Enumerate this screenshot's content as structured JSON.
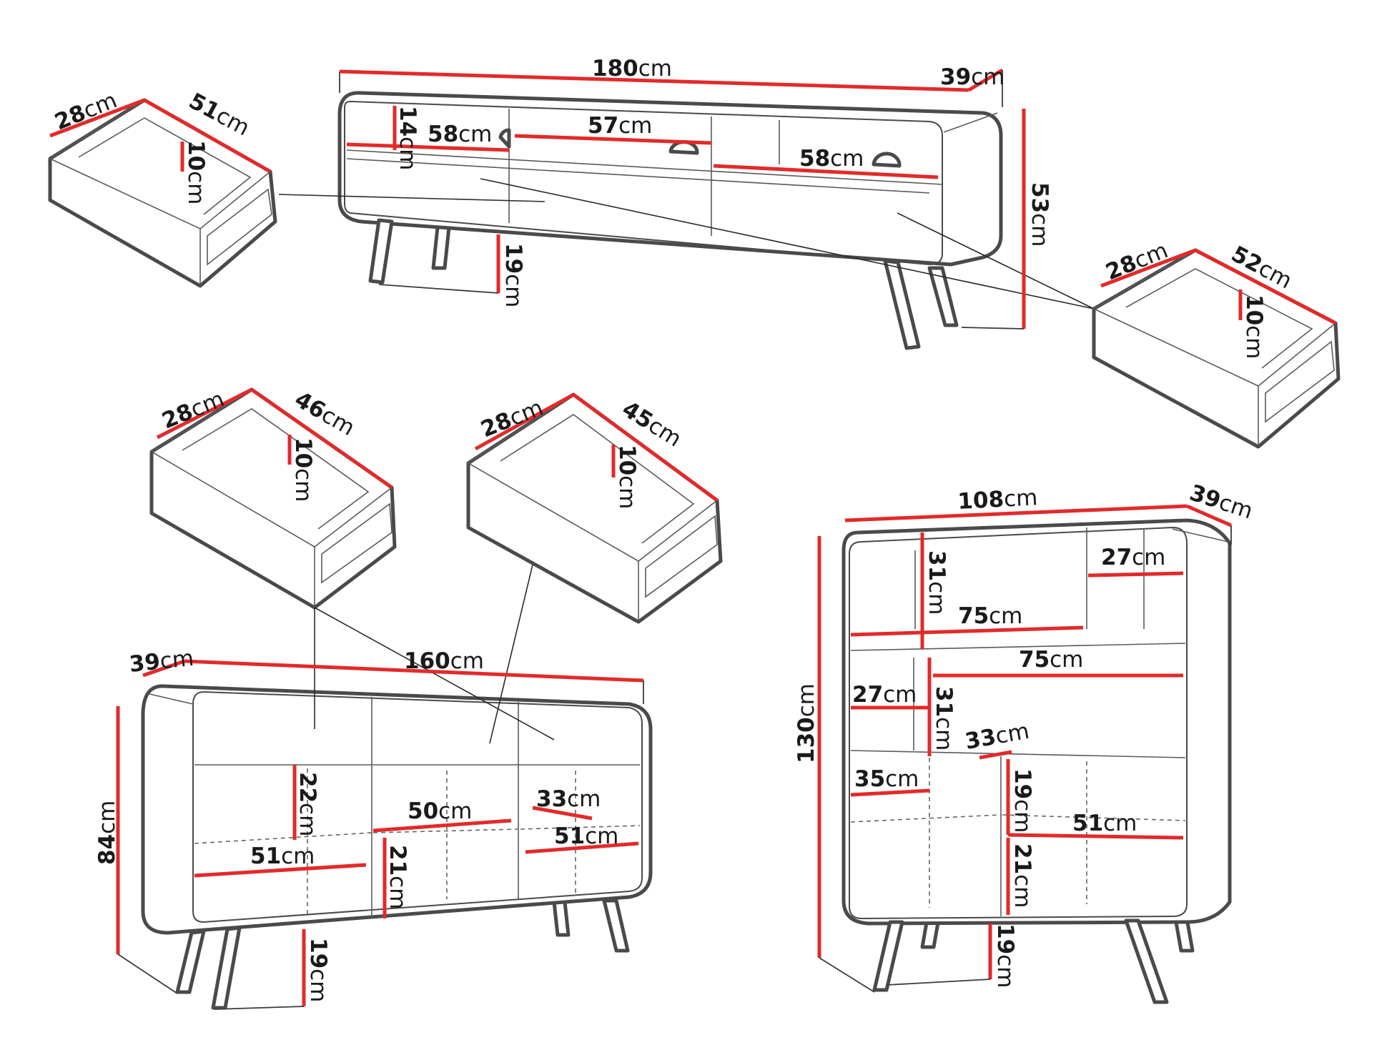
{
  "colors": {
    "dimension_line": "#e22a2a",
    "outline": "#4a4a4a",
    "text": "#1a1a1a"
  },
  "labels": [
    {
      "id": "tv-width",
      "value": "180",
      "unit": "cm"
    },
    {
      "id": "tv-depth",
      "value": "39",
      "unit": "cm"
    },
    {
      "id": "tv-height",
      "value": "53",
      "unit": "cm"
    },
    {
      "id": "tv-drawer-height",
      "value": "14",
      "unit": "cm"
    },
    {
      "id": "tv-left-compartment",
      "value": "58",
      "unit": "cm"
    },
    {
      "id": "tv-middle-compartment",
      "value": "57",
      "unit": "cm"
    },
    {
      "id": "tv-right-compartment",
      "value": "58",
      "unit": "cm"
    },
    {
      "id": "tv-leg-height",
      "value": "19",
      "unit": "cm"
    },
    {
      "id": "drawer-a-depth",
      "value": "28",
      "unit": "cm"
    },
    {
      "id": "drawer-a-width",
      "value": "51",
      "unit": "cm"
    },
    {
      "id": "drawer-a-height",
      "value": "10",
      "unit": "cm"
    },
    {
      "id": "drawer-b-depth",
      "value": "28",
      "unit": "cm"
    },
    {
      "id": "drawer-b-width",
      "value": "52",
      "unit": "cm"
    },
    {
      "id": "drawer-b-height",
      "value": "10",
      "unit": "cm"
    },
    {
      "id": "drawer-c-depth",
      "value": "28",
      "unit": "cm"
    },
    {
      "id": "drawer-c-width",
      "value": "46",
      "unit": "cm"
    },
    {
      "id": "drawer-c-height",
      "value": "10",
      "unit": "cm"
    },
    {
      "id": "drawer-d-depth",
      "value": "28",
      "unit": "cm"
    },
    {
      "id": "drawer-d-width",
      "value": "45",
      "unit": "cm"
    },
    {
      "id": "drawer-d-height",
      "value": "10",
      "unit": "cm"
    },
    {
      "id": "sideboard-depth",
      "value": "39",
      "unit": "cm"
    },
    {
      "id": "sideboard-width",
      "value": "160",
      "unit": "cm"
    },
    {
      "id": "sideboard-height",
      "value": "84",
      "unit": "cm"
    },
    {
      "id": "sideboard-shelf-height-upper",
      "value": "22",
      "unit": "cm"
    },
    {
      "id": "sideboard-shelf-height-lower",
      "value": "21",
      "unit": "cm"
    },
    {
      "id": "sideboard-middle-width",
      "value": "50",
      "unit": "cm"
    },
    {
      "id": "sideboard-left-width",
      "value": "51",
      "unit": "cm"
    },
    {
      "id": "sideboard-right-depth",
      "value": "33",
      "unit": "cm"
    },
    {
      "id": "sideboard-right-width",
      "value": "51",
      "unit": "cm"
    },
    {
      "id": "sideboard-leg-height",
      "value": "19",
      "unit": "cm"
    },
    {
      "id": "highboard-width",
      "value": "108",
      "unit": "cm"
    },
    {
      "id": "highboard-depth",
      "value": "39",
      "unit": "cm"
    },
    {
      "id": "highboard-height",
      "value": "130",
      "unit": "cm"
    },
    {
      "id": "highboard-top-compartment-height",
      "value": "31",
      "unit": "cm"
    },
    {
      "id": "highboard-top-right-width",
      "value": "27",
      "unit": "cm"
    },
    {
      "id": "highboard-top-shelf-width",
      "value": "75",
      "unit": "cm"
    },
    {
      "id": "highboard-middle-shelf-width",
      "value": "75",
      "unit": "cm"
    },
    {
      "id": "highboard-middle-left-width",
      "value": "27",
      "unit": "cm"
    },
    {
      "id": "highboard-middle-height",
      "value": "31",
      "unit": "cm"
    },
    {
      "id": "highboard-middle-depth",
      "value": "33",
      "unit": "cm"
    },
    {
      "id": "highboard-lower-left-width",
      "value": "35",
      "unit": "cm"
    },
    {
      "id": "highboard-lower-height-upper",
      "value": "19",
      "unit": "cm"
    },
    {
      "id": "highboard-lower-width",
      "value": "51",
      "unit": "cm"
    },
    {
      "id": "highboard-lower-height-lower",
      "value": "21",
      "unit": "cm"
    },
    {
      "id": "highboard-leg-height",
      "value": "19",
      "unit": "cm"
    }
  ]
}
